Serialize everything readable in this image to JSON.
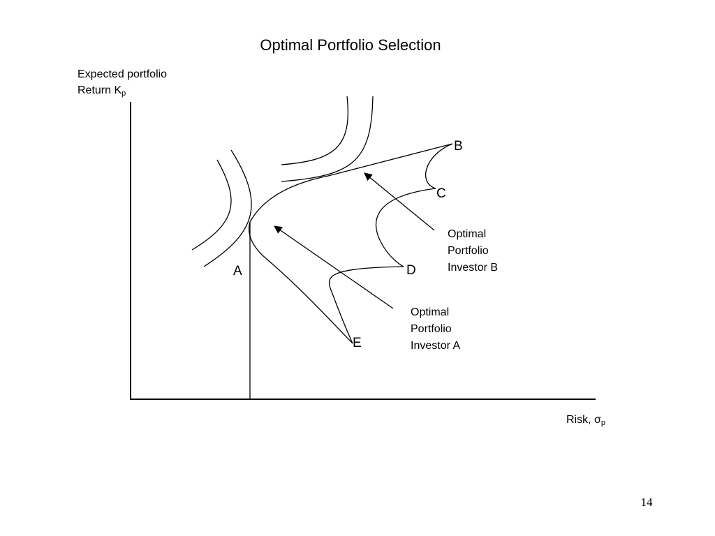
{
  "slide": {
    "title": "Optimal Portfolio Selection",
    "page_number": "14"
  },
  "axes": {
    "y_label_line1": "Expected portfolio",
    "y_label_line2_main": "Return K",
    "y_label_line2_sub": "p",
    "x_label_main": "Risk, σ",
    "x_label_sub": "p"
  },
  "points": {
    "a": "A",
    "b": "B",
    "c": "C",
    "d": "D",
    "e": "E"
  },
  "annotations": {
    "investor_b": {
      "line1": "Optimal",
      "line2": "Portfolio",
      "line3": "Investor B"
    },
    "investor_a": {
      "line1": "Optimal",
      "line2": "Portfolio",
      "line3": "Investor A"
    }
  },
  "colors": {
    "ink": "#000000",
    "background": "#ffffff"
  }
}
